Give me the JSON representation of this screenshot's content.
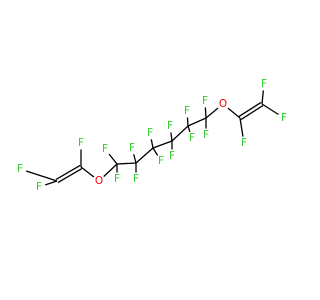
{
  "colors": {
    "background": "#ffffff",
    "bond": "#000000",
    "F": "#33cc33",
    "O": "#ff0000"
  },
  "labels": {
    "O1": "O",
    "O2": "O",
    "Fa1": "F",
    "Fa2": "F",
    "Fa3": "F",
    "F1a": "F",
    "F1b": "F",
    "F2a": "F",
    "F2b": "F",
    "F3a": "F",
    "F3b": "F",
    "F4a": "F",
    "F4b": "F",
    "F5a": "F",
    "F5b": "F",
    "F6a": "F",
    "F6b": "F",
    "Fb1": "F",
    "Fb2": "F",
    "Fb3": "F"
  }
}
